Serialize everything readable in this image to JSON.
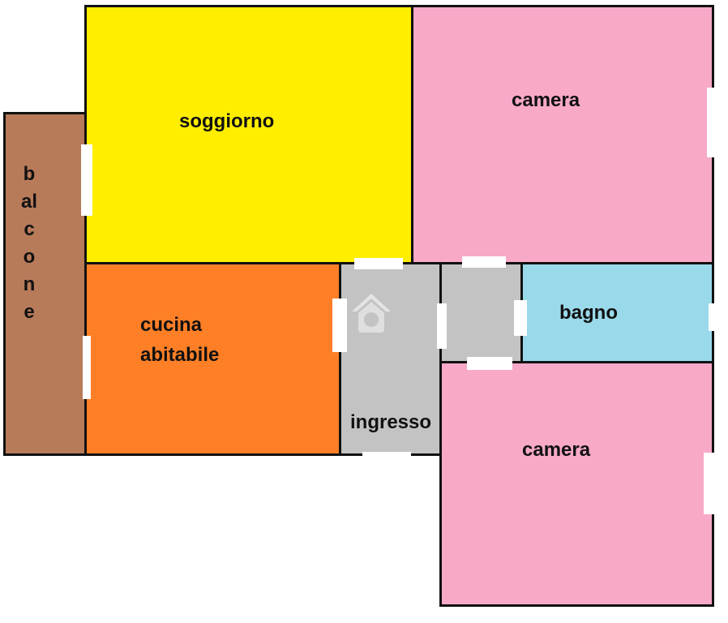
{
  "floorplan": {
    "rooms": {
      "balcony": {
        "label": "balcone",
        "color": "#B87B5A"
      },
      "living": {
        "label": "soggiorno",
        "color": "#FFEE00"
      },
      "bedroom_top": {
        "label": "camera",
        "color": "#F9A9C8"
      },
      "kitchen": {
        "label": "cucina abitabile",
        "color": "#FF7F27"
      },
      "entrance": {
        "label": "ingresso",
        "color": "#C3C3C3"
      },
      "hallway": {
        "label": "",
        "color": "#C3C3C3"
      },
      "bathroom": {
        "label": "bagno",
        "color": "#99D9EA"
      },
      "bedroom_bottom": {
        "label": "camera",
        "color": "#F9A9C8"
      }
    },
    "wall_color": "#111111",
    "watermark_icon": "house-logo-icon"
  }
}
